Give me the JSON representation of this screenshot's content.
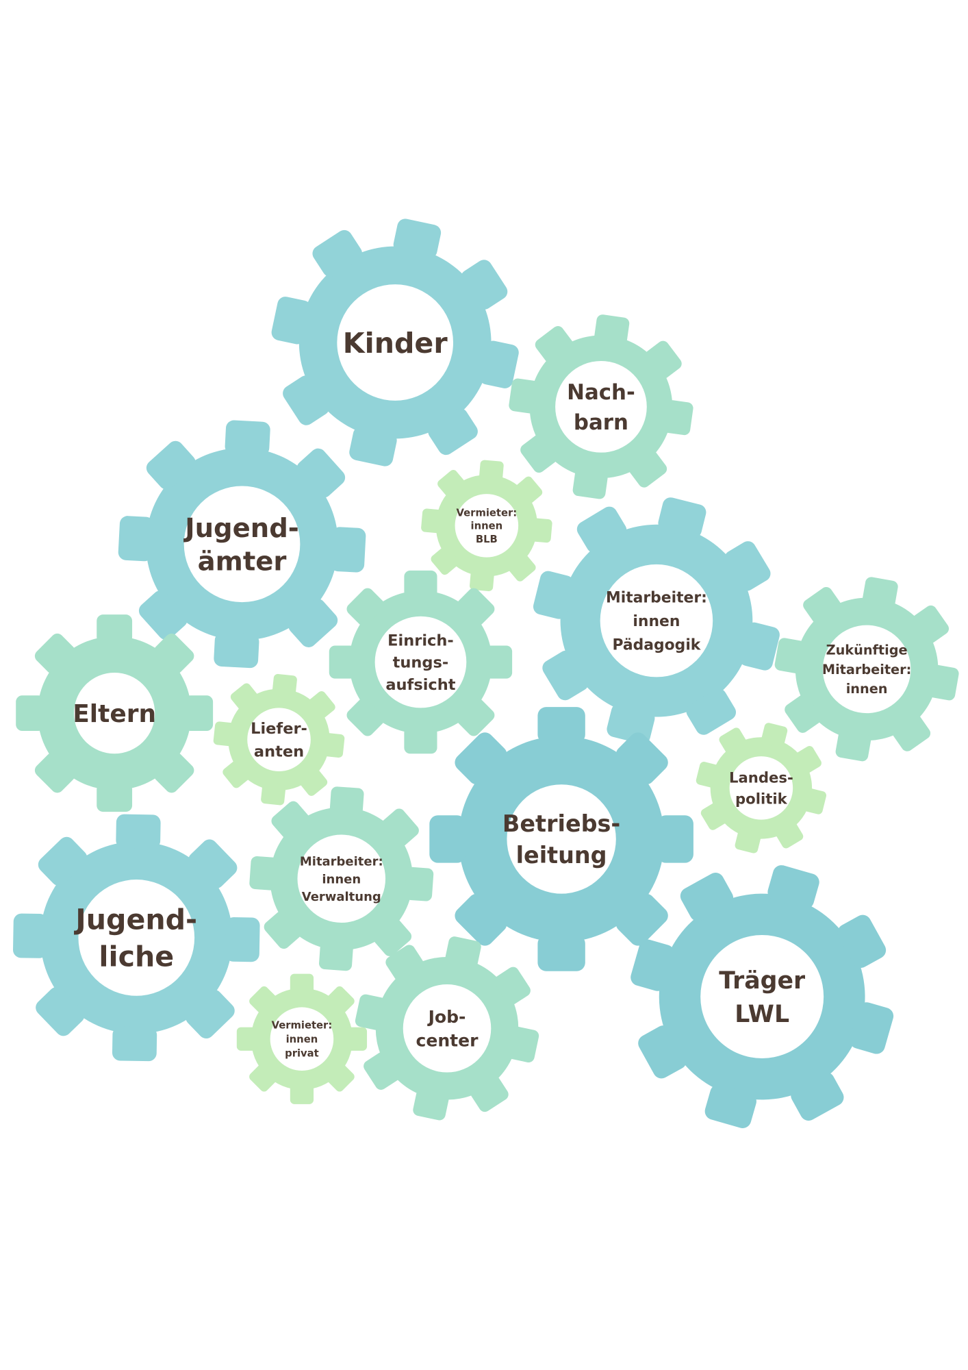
{
  "colors": {
    "blue": "#92D3D8",
    "blue_dark": "#88CDD4",
    "mint": "#A6E0C9",
    "light_green": "#C3ECB8",
    "text": "#4B3A31"
  },
  "gears": [
    {
      "id": "kinder",
      "lines": [
        "Kinder"
      ],
      "color": "blue"
    },
    {
      "id": "nachbarn",
      "lines": [
        "Nach-",
        "barn"
      ],
      "color": "mint"
    },
    {
      "id": "vermieter-blb",
      "lines": [
        "Vermieter:",
        "innen",
        "BLB"
      ],
      "color": "light_green"
    },
    {
      "id": "jugendaemter",
      "lines": [
        "Jugend-",
        "ämter"
      ],
      "color": "blue"
    },
    {
      "id": "mitarbeiter-paedagogik",
      "lines": [
        "Mitarbeiter:",
        "innen",
        "Pädagogik"
      ],
      "color": "blue"
    },
    {
      "id": "einrichtungsaufsicht",
      "lines": [
        "Einrich-",
        "tungs-",
        "aufsicht"
      ],
      "color": "mint"
    },
    {
      "id": "zukuenftige-mitarbeiter",
      "lines": [
        "Zukünftige",
        "Mitarbeiter:",
        "innen"
      ],
      "color": "mint"
    },
    {
      "id": "eltern",
      "lines": [
        "Eltern"
      ],
      "color": "mint"
    },
    {
      "id": "lieferanten",
      "lines": [
        "Liefer-",
        "anten"
      ],
      "color": "light_green"
    },
    {
      "id": "landespolitik",
      "lines": [
        "Landes-",
        "politik"
      ],
      "color": "light_green"
    },
    {
      "id": "betriebsleitung",
      "lines": [
        "Betriebs-",
        "leitung"
      ],
      "color": "blue_dark"
    },
    {
      "id": "mitarbeiter-verwaltung",
      "lines": [
        "Mitarbeiter:",
        "innen",
        "Verwaltung"
      ],
      "color": "mint"
    },
    {
      "id": "jugendliche",
      "lines": [
        "Jugend-",
        "liche"
      ],
      "color": "blue"
    },
    {
      "id": "vermieter-privat",
      "lines": [
        "Vermieter:",
        "innen",
        "privat"
      ],
      "color": "light_green"
    },
    {
      "id": "jobcenter",
      "lines": [
        "Job-",
        "center"
      ],
      "color": "mint"
    },
    {
      "id": "traeger-lwl",
      "lines": [
        "Träger",
        "LWL"
      ],
      "color": "blue_dark"
    }
  ]
}
